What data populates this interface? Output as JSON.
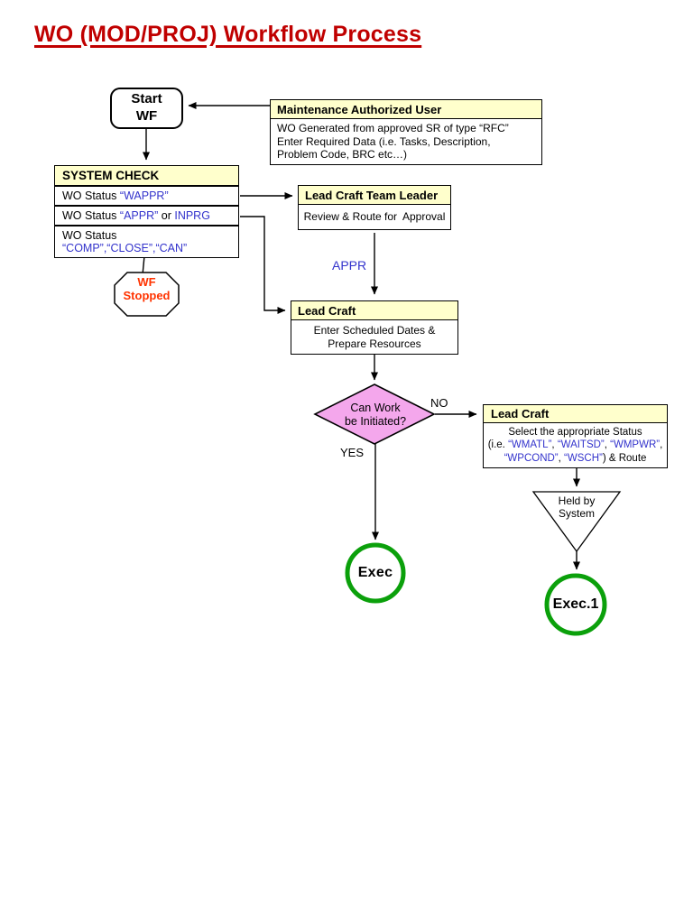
{
  "title": "WO (MOD/PROJ) Workflow Process",
  "colors": {
    "title_red": "#C00000",
    "header_yellow": "#FFFFCC",
    "status_blue": "#3333CC",
    "stop_red": "#FF3300",
    "decision_pink": "#F4A7EC",
    "exec_green": "#0BA00B"
  },
  "nodes": {
    "start": {
      "line1": "Start",
      "line2": "WF"
    },
    "mau": {
      "header": "Maintenance Authorized User",
      "line1": "WO Generated from approved SR of type “RFC”",
      "line2": "Enter Required Data (i.e. Tasks, Description,",
      "line3": "Problem Code, BRC etc…)"
    },
    "system_check": {
      "header": "SYSTEM CHECK",
      "row1": [
        {
          "t": "WO Status "
        },
        {
          "t": "“WAPPR”",
          "c": "#3333CC"
        }
      ],
      "row2": [
        {
          "t": "WO Status "
        },
        {
          "t": "“APPR”",
          "c": "#3333CC"
        },
        {
          "t": " or "
        },
        {
          "t": "INPRG",
          "c": "#3333CC"
        }
      ],
      "row3": [
        {
          "t": "WO Status "
        },
        {
          "t": "“COMP”,“CLOSE”,“CAN”",
          "c": "#3333CC"
        }
      ]
    },
    "lead_craft_team_leader": {
      "header": "Lead Craft Team Leader",
      "body": "Review & Route for  Approval"
    },
    "appr_label": "APPR",
    "lead_craft_1": {
      "header": "Lead Craft",
      "line1": "Enter Scheduled Dates &",
      "line2": "Prepare Resources"
    },
    "decision": {
      "line1": "Can Work",
      "line2": "be Initiated?",
      "no_label": "NO",
      "yes_label": "YES"
    },
    "lead_craft_2": {
      "header": "Lead Craft",
      "line1": [
        {
          "t": "Select the appropriate Status"
        }
      ],
      "line2": [
        {
          "t": "(i.e. "
        },
        {
          "t": "“WMATL”",
          "c": "#3333CC"
        },
        {
          "t": ", "
        },
        {
          "t": "“WAITSD”",
          "c": "#3333CC"
        },
        {
          "t": ", "
        },
        {
          "t": "“WMPWR”",
          "c": "#3333CC"
        },
        {
          "t": ","
        }
      ],
      "line3": [
        {
          "t": "“WPCOND”",
          "c": "#3333CC"
        },
        {
          "t": ", "
        },
        {
          "t": "“WSCH”",
          "c": "#3333CC"
        },
        {
          "t": ") & Route"
        }
      ]
    },
    "wf_stopped": {
      "line1": "WF",
      "line2": "Stopped"
    },
    "held_by_system": {
      "line1": "Held by",
      "line2": "System"
    },
    "exec": {
      "label": "Exec"
    },
    "exec1": {
      "label": "Exec.1"
    }
  }
}
